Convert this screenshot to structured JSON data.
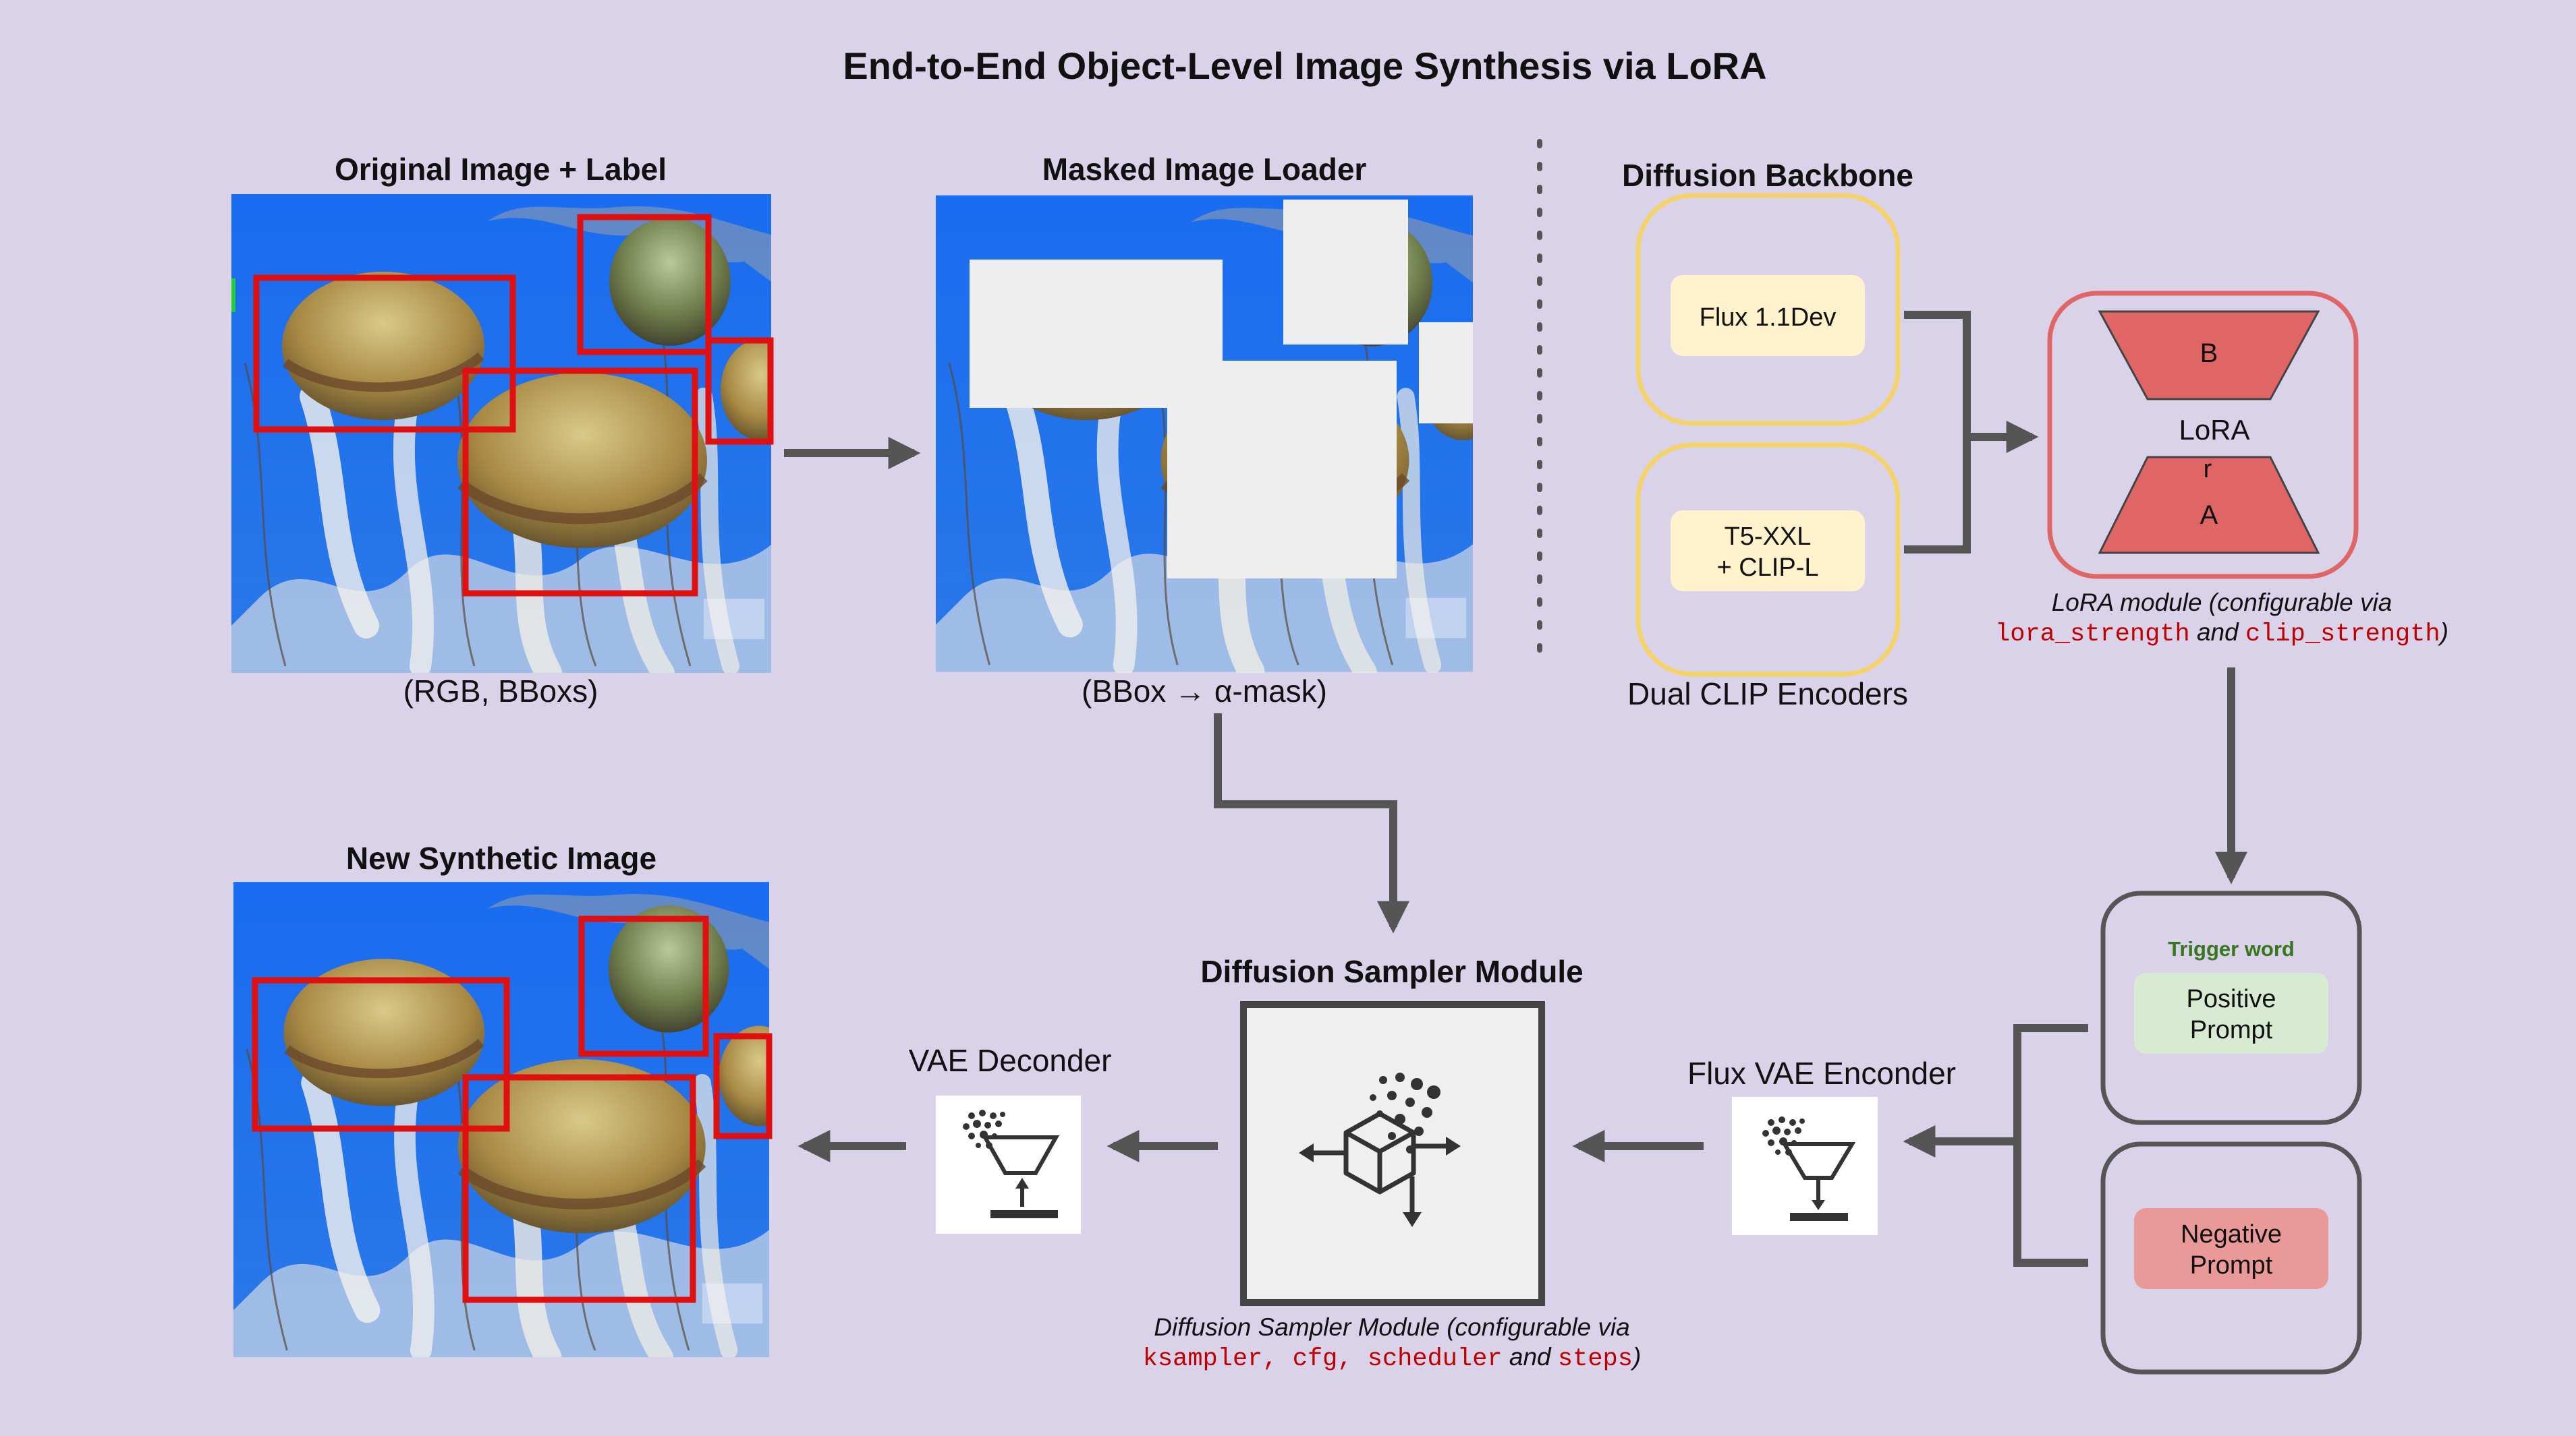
{
  "title": "End-to-End Object-Level Image Synthesis via LoRA",
  "original": {
    "heading": "Original Image + Label",
    "caption": "(RGB, BBoxs)"
  },
  "masked": {
    "heading": "Masked Image Loader",
    "caption": "(BBox → α-mask)"
  },
  "backbone": {
    "heading": "Diffusion Backbone",
    "model": "Flux 1.1Dev",
    "encoder_line1": "T5-XXL",
    "encoder_line2": "+ CLIP-L",
    "encoders_caption": "Dual CLIP Encoders"
  },
  "lora": {
    "top_label": "B",
    "center_label": "LoRA",
    "rank_label": "r",
    "bottom_label": "A",
    "note_prefix": "LoRA module (configurable via",
    "note_param1": "lora_strength",
    "note_and": " and ",
    "note_param2": "clip_strength",
    "note_suffix": ")"
  },
  "prompts": {
    "trigger_label": "Trigger word",
    "positive_line1": "Positive",
    "positive_line2": "Prompt",
    "negative_line1": "Negative",
    "negative_line2": "Prompt"
  },
  "vae_encoder": {
    "label": "Flux VAE Enconder"
  },
  "sampler": {
    "heading": "Diffusion Sampler Module",
    "note_prefix": "Diffusion Sampler Module (configurable via",
    "note_params": "ksampler, cfg, scheduler",
    "note_and": " and ",
    "note_param_last": "steps",
    "note_suffix": ")"
  },
  "vae_decoder": {
    "label": "VAE Deconder"
  },
  "synthetic": {
    "heading": "New Synthetic Image"
  },
  "colors": {
    "background": "#d9d2e9",
    "arrow": "#555555",
    "bbox_red": "#e01010",
    "water_blue": "#1f6fe8",
    "mask_gray": "#eeeeee",
    "backbone_border": "#f5d36b",
    "backbone_fill": "#fff2cc",
    "lora_border": "#e06666",
    "lora_fill": "#e06666",
    "positive_fill": "#d9ead3",
    "negative_fill": "#ea9999",
    "trigger_text": "#38761d",
    "param_red": "#c00000"
  },
  "icons": [
    "arrow-right-icon",
    "arrow-left-icon",
    "vae-encoder-icon",
    "vae-decoder-icon",
    "diffusion-cube-icon"
  ]
}
